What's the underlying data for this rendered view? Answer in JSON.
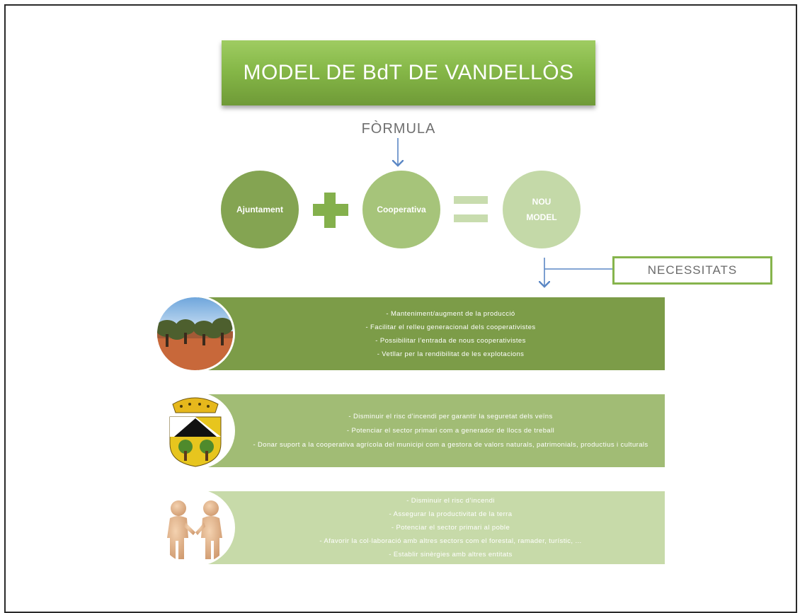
{
  "title": "MODEL DE BdT DE VANDELLÒS",
  "formula_label": "FÒRMULA",
  "circles": {
    "first": "Ajuntament",
    "second": "Cooperativa",
    "result_line1": "NOU",
    "result_line2": "MODEL"
  },
  "needs_label": "NECESSITATS",
  "bands": [
    {
      "lines": [
        "- Manteniment/augment de la producció",
        "- Facilitar el relleu generacional dels cooperativistes",
        "- Possibilitar l’entrada de nous cooperativistes",
        "- Vetllar per la rendibilitat de les explotacions"
      ]
    },
    {
      "lines": [
        "- Disminuir el risc d’incendi per garantir la seguretat dels veïns",
        "- Potenciar el sector primari com a generador de llocs de treball",
        "- Donar suport a la cooperativa agrícola del municipi com a gestora de valors naturals, patrimonials, productius i culturals"
      ]
    },
    {
      "lines": [
        "- Disminuir el risc d’incendi",
        "- Assegurar la productivitat de la terra",
        "- Potenciar el sector primari al poble",
        "- Afavorir la col·laboració amb altres sectors com el forestal, ramader, turístic, ...",
        "- Establir sinèrgies amb altres entitats"
      ]
    }
  ],
  "colors": {
    "title_green": "#86b848",
    "dark_green": "#7c9c48",
    "mid_green": "#a1bc75",
    "light_green": "#c7daa9",
    "arrow_blue": "#5b87c5"
  },
  "icons": [
    "olive-grove-photo",
    "coat-of-arms-icon",
    "handshake-figures-icon"
  ]
}
